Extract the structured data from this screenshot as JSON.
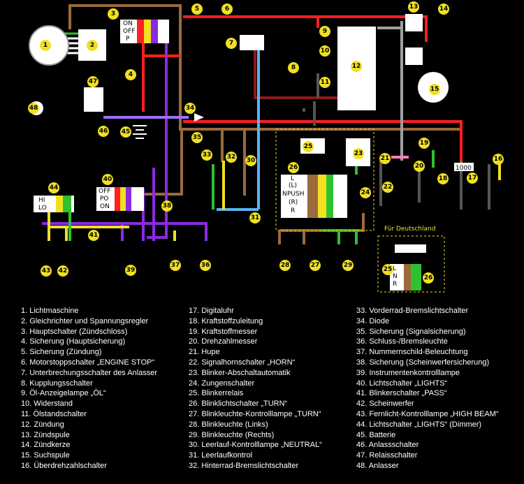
{
  "component_numbers": [
    "1",
    "2",
    "3",
    "4",
    "5",
    "6",
    "7",
    "8",
    "9",
    "10",
    "11",
    "12",
    "13",
    "14",
    "15",
    "16",
    "17",
    "18",
    "19",
    "20",
    "21",
    "22",
    "23",
    "24",
    "25",
    "26",
    "27",
    "28",
    "29",
    "30",
    "31",
    "32",
    "33",
    "34",
    "35",
    "36",
    "37",
    "38",
    "39",
    "40",
    "41",
    "42",
    "43",
    "44",
    "45",
    "46",
    "47",
    "48"
  ],
  "ignition_switch_positions": [
    "ON",
    "OFF",
    "P"
  ],
  "lights_switch_positions": [
    "OFF",
    "PO",
    "ON"
  ],
  "dimmer_switch_positions": [
    "HI",
    "LO"
  ],
  "turn_switch_positions": [
    "L",
    "(L)",
    "N",
    "PUSH",
    "(R)",
    "R"
  ],
  "germany_turn_switch_positions": [
    "L",
    "N",
    "R"
  ],
  "digital_clock_value": "1000",
  "germany_note": "Für Deutschland",
  "legend": [
    "1. Lichtmaschine",
    "2. Gleichrichter und Spannungsregler",
    "3. Hauptschalter (Zündschloss)",
    "4. Sicherung (Hauptsicherung)",
    "5. Sicherung (Zündung)",
    "6. Motorstoppschalter „ENGINE STOP“",
    "7. Unterbrechungsschalter des Anlasser",
    "8. Kupplungsschalter",
    "9. Öl-Anzeigelampe „ÖL“",
    "10. Widerstand",
    "11. Ölstandschalter",
    "12. Zündung",
    "13. Zündspule",
    "14. Zündkerze",
    "15. Suchspule",
    "16. Überdrehzahlschalter",
    "17. Digitaluhr",
    "18. Kraftstoffzuleitung",
    "19. Kraftstoffmesser",
    "20. Drehzahlmesser",
    "21. Hupe",
    "22. Signalhornschalter „HORN“",
    "23. Blinker-Abschaltautomatik",
    "24. Zungenschalter",
    "25. Blinkerrelais",
    "26. Blinklichtschalter „TURN“",
    "27. Blinkleuchte-Kontrolllampe „TURN“",
    "28. Blinkleuchte (Links)",
    "29. Blinkleuchte (Rechts)",
    "30. Leerlauf-Kontrolllampe „NEUTRAL“",
    "31. Leerlaufkontrol",
    "32. Hinterrad-Bremslichtschalter",
    "33. Vorderrad-Bremslichtschalter",
    "34. Diode",
    "35. Sicherung (Signalsicherung)",
    "36. Schluss-/Bremsleuchte",
    "37. Nummernschild-Beleuchtung",
    "38. Sicherung (Scheinwerfersicherung)",
    "39. Instrumentenkontrolllampe",
    "40. Lichtschalter „LIGHTS“",
    "41. Blinkerschalter „PASS“",
    "42. Scheinwerfer",
    "43. Fernlicht-Kontrolllampe „HIGH BEAM“",
    "44. Lichtschalter „LIGHTS“ (Dimmer)",
    "45. Batterie",
    "46. Anlassschalter",
    "47. Relaisschalter",
    "48. Anlasser"
  ]
}
